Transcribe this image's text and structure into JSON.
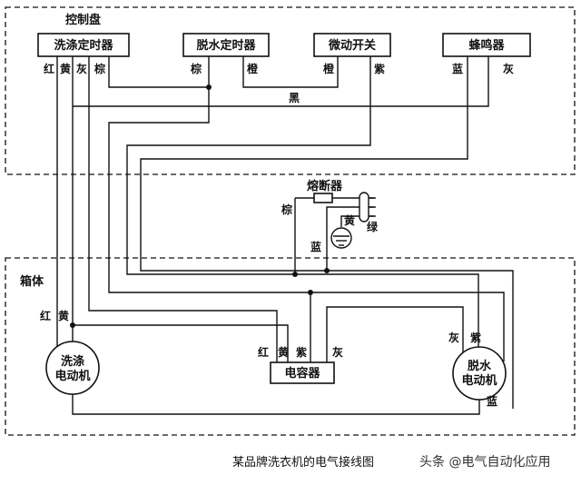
{
  "panel_label": "控制盘",
  "cabinet_label": "箱体",
  "components": {
    "wash_timer": "洗涤定时器",
    "spin_timer": "脱水定时器",
    "micro_switch": "微动开关",
    "buzzer": "蜂鸣器",
    "capacitor": "电容器",
    "fuse": "熔断器",
    "wash_motor": [
      "洗涤",
      "电动机"
    ],
    "spin_motor": [
      "脱水",
      "电动机"
    ]
  },
  "wire_labels": {
    "wt_red": "红",
    "wt_yellow": "黄",
    "wt_gray": "灰",
    "wt_brown": "棕",
    "st_brown": "棕",
    "st_orange": "橙",
    "ms_orange": "橙",
    "ms_purple": "紫",
    "bz_blue": "蓝",
    "bz_gray": "灰",
    "black": "黑",
    "fuse_brown": "棕",
    "ground_yellow": "黄",
    "green": "绿",
    "plug_blue": "蓝",
    "wm_red": "红",
    "wm_yellow": "黄",
    "cap_red": "红",
    "cap_yellow": "黄",
    "cap_purple": "紫",
    "cap_gray": "灰",
    "sm_gray": "灰",
    "sm_purple": "紫",
    "sm_blue": "蓝"
  },
  "caption": "某品牌洗衣机的电气接线图",
  "watermark": "头条 @电气自动化应用"
}
